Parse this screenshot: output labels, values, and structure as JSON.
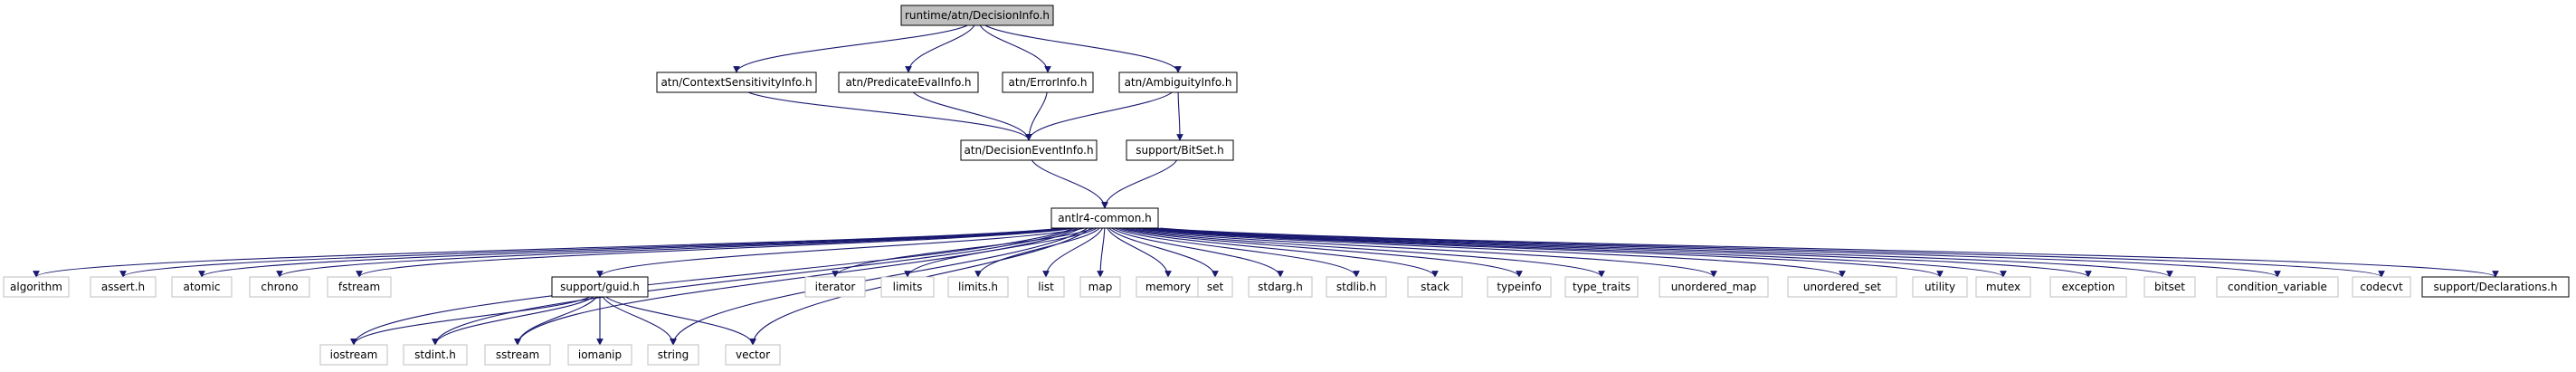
{
  "diagram": {
    "type": "include-dependency-graph",
    "colors": {
      "edge": "#191970",
      "root_fill": "#bfbfbf",
      "node_border_strong": "#000000",
      "node_border_weak": "#bfbfbf",
      "text": "#000000"
    },
    "nodes": [
      {
        "id": "root",
        "label": "runtime/atn/DecisionInfo.h",
        "style": "root"
      },
      {
        "id": "ctx",
        "label": "atn/ContextSensitivityInfo.h",
        "style": "strong"
      },
      {
        "id": "pred",
        "label": "atn/PredicateEvalInfo.h",
        "style": "strong"
      },
      {
        "id": "err",
        "label": "atn/ErrorInfo.h",
        "style": "strong"
      },
      {
        "id": "amb",
        "label": "atn/AmbiguityInfo.h",
        "style": "strong"
      },
      {
        "id": "dei",
        "label": "atn/DecisionEventInfo.h",
        "style": "strong"
      },
      {
        "id": "bitset_h",
        "label": "support/BitSet.h",
        "style": "strong"
      },
      {
        "id": "common",
        "label": "antlr4-common.h",
        "style": "strong"
      },
      {
        "id": "algorithm",
        "label": "algorithm",
        "style": "weak"
      },
      {
        "id": "assert",
        "label": "assert.h",
        "style": "weak"
      },
      {
        "id": "atomic",
        "label": "atomic",
        "style": "weak"
      },
      {
        "id": "chrono",
        "label": "chrono",
        "style": "weak"
      },
      {
        "id": "fstream",
        "label": "fstream",
        "style": "weak"
      },
      {
        "id": "guid",
        "label": "support/guid.h",
        "style": "strong"
      },
      {
        "id": "iterator",
        "label": "iterator",
        "style": "weak"
      },
      {
        "id": "limits",
        "label": "limits",
        "style": "weak"
      },
      {
        "id": "limits_h",
        "label": "limits.h",
        "style": "weak"
      },
      {
        "id": "list",
        "label": "list",
        "style": "weak"
      },
      {
        "id": "map",
        "label": "map",
        "style": "weak"
      },
      {
        "id": "memory",
        "label": "memory",
        "style": "weak"
      },
      {
        "id": "set",
        "label": "set",
        "style": "weak"
      },
      {
        "id": "stdarg",
        "label": "stdarg.h",
        "style": "weak"
      },
      {
        "id": "stdlib",
        "label": "stdlib.h",
        "style": "weak"
      },
      {
        "id": "stack",
        "label": "stack",
        "style": "weak"
      },
      {
        "id": "typeinfo",
        "label": "typeinfo",
        "style": "weak"
      },
      {
        "id": "type_traits",
        "label": "type_traits",
        "style": "weak"
      },
      {
        "id": "unordered_map",
        "label": "unordered_map",
        "style": "weak"
      },
      {
        "id": "unordered_set",
        "label": "unordered_set",
        "style": "weak"
      },
      {
        "id": "utility",
        "label": "utility",
        "style": "weak"
      },
      {
        "id": "mutex",
        "label": "mutex",
        "style": "weak"
      },
      {
        "id": "exception",
        "label": "exception",
        "style": "weak"
      },
      {
        "id": "bitset",
        "label": "bitset",
        "style": "weak"
      },
      {
        "id": "condvar",
        "label": "condition_variable",
        "style": "weak"
      },
      {
        "id": "codecvt",
        "label": "codecvt",
        "style": "weak"
      },
      {
        "id": "decl",
        "label": "support/Declarations.h",
        "style": "strong"
      },
      {
        "id": "iostream",
        "label": "iostream",
        "style": "weak"
      },
      {
        "id": "stdint",
        "label": "stdint.h",
        "style": "weak"
      },
      {
        "id": "sstream",
        "label": "sstream",
        "style": "weak"
      },
      {
        "id": "iomanip",
        "label": "iomanip",
        "style": "weak"
      },
      {
        "id": "string",
        "label": "string",
        "style": "weak"
      },
      {
        "id": "vector",
        "label": "vector",
        "style": "weak"
      }
    ],
    "edges": [
      [
        "root",
        "ctx"
      ],
      [
        "root",
        "pred"
      ],
      [
        "root",
        "err"
      ],
      [
        "root",
        "amb"
      ],
      [
        "ctx",
        "dei"
      ],
      [
        "pred",
        "dei"
      ],
      [
        "err",
        "dei"
      ],
      [
        "amb",
        "dei"
      ],
      [
        "amb",
        "bitset_h"
      ],
      [
        "dei",
        "common"
      ],
      [
        "bitset_h",
        "common"
      ],
      [
        "common",
        "algorithm"
      ],
      [
        "common",
        "assert"
      ],
      [
        "common",
        "atomic"
      ],
      [
        "common",
        "chrono"
      ],
      [
        "common",
        "fstream"
      ],
      [
        "common",
        "iostream"
      ],
      [
        "common",
        "stdint"
      ],
      [
        "common",
        "sstream"
      ],
      [
        "common",
        "guid"
      ],
      [
        "common",
        "string"
      ],
      [
        "common",
        "vector"
      ],
      [
        "common",
        "iterator"
      ],
      [
        "common",
        "limits"
      ],
      [
        "common",
        "limits_h"
      ],
      [
        "common",
        "list"
      ],
      [
        "common",
        "map"
      ],
      [
        "common",
        "memory"
      ],
      [
        "common",
        "set"
      ],
      [
        "common",
        "stdarg"
      ],
      [
        "common",
        "stdlib"
      ],
      [
        "common",
        "stack"
      ],
      [
        "common",
        "typeinfo"
      ],
      [
        "common",
        "type_traits"
      ],
      [
        "common",
        "unordered_map"
      ],
      [
        "common",
        "unordered_set"
      ],
      [
        "common",
        "utility"
      ],
      [
        "common",
        "mutex"
      ],
      [
        "common",
        "exception"
      ],
      [
        "common",
        "bitset"
      ],
      [
        "common",
        "condvar"
      ],
      [
        "common",
        "codecvt"
      ],
      [
        "common",
        "decl"
      ],
      [
        "guid",
        "iostream"
      ],
      [
        "guid",
        "stdint"
      ],
      [
        "guid",
        "sstream"
      ],
      [
        "guid",
        "iomanip"
      ],
      [
        "guid",
        "string"
      ],
      [
        "guid",
        "vector"
      ]
    ]
  }
}
